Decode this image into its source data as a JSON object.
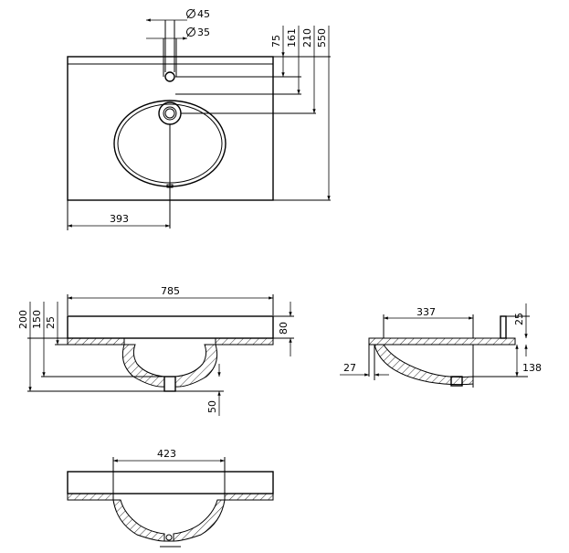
{
  "drawing": {
    "top_view": {
      "d_outer": "45",
      "d_inner": "35",
      "dim_75": "75",
      "dim_161": "161",
      "dim_210": "210",
      "dim_550": "550",
      "dim_393": "393"
    },
    "front_section": {
      "dim_785": "785",
      "dim_200": "200",
      "dim_150": "150",
      "dim_25": "25",
      "dim_80": "80",
      "dim_50": "50"
    },
    "side_section": {
      "dim_337": "337",
      "dim_25": "25",
      "dim_27": "27",
      "dim_138": "138"
    },
    "bottom_section": {
      "dim_423": "423"
    }
  }
}
